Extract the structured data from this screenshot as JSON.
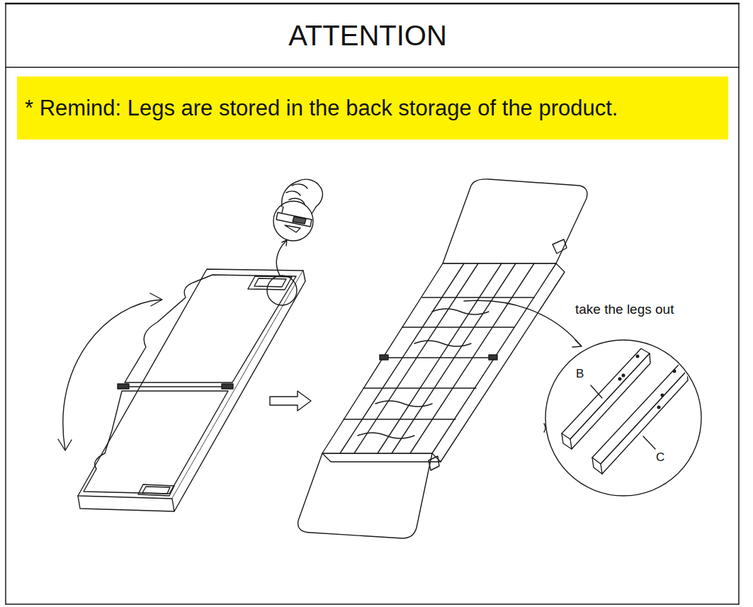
{
  "diagram": {
    "title": "ATTENTION",
    "nodes": [
      {
        "text": [
          "* Remind: Legs are stored in the back storage of the product."
        ]
      }
    ],
    "labels": [
      "take the legs out",
      "B",
      "C"
    ]
  }
}
